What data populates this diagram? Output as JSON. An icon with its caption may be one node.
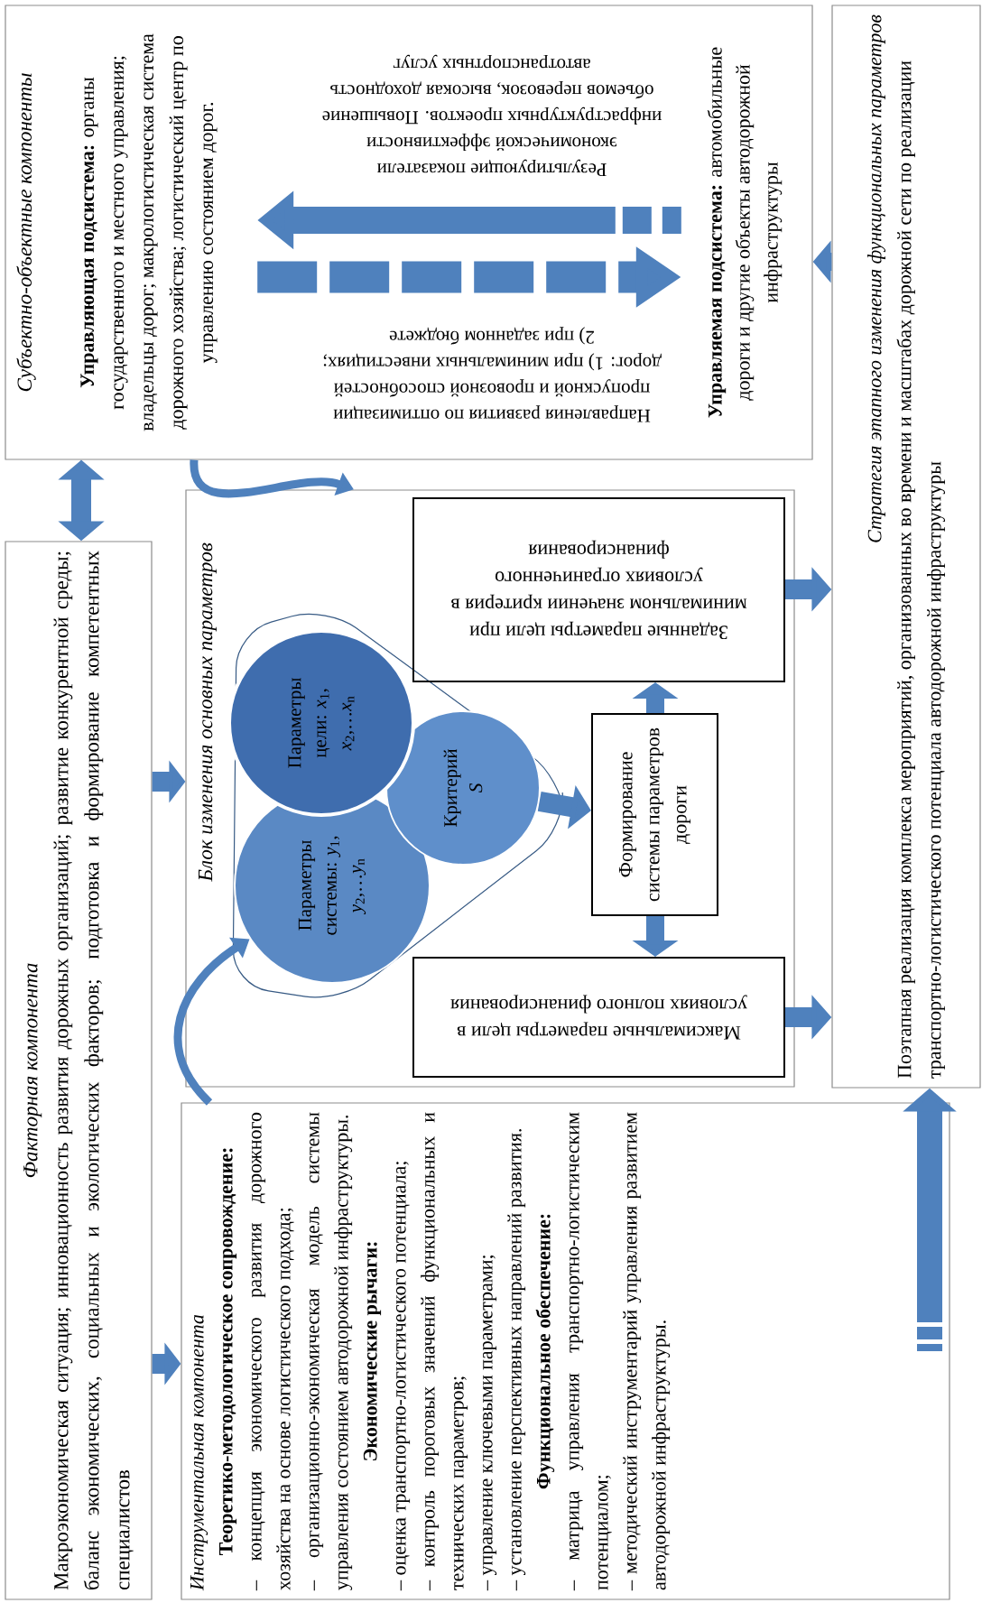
{
  "diagram": {
    "nodes": [
      {
        "text": [
          "Факторная компонента",
          "Макроэкономическая ситуация; инновационность развития дорожных организаций; развитие конкурентной среды; баланс экономических, социальных и экологических факторов; подготовка и формирование компетентных специалистов"
        ]
      },
      {
        "text": [
          "Субъектно-объектные компоненты"
        ]
      },
      {
        "text": [
          "**Управляющая подсистема:** органы государственного и местного управления; владельцы дорог; макрологистическая система дорожного хозяйства; логистический центр по управлению состоянием дорог."
        ],
        "in": 1
      },
      {
        "text": [
          "**Управляемая подсистема:** автомобильные дороги и другие объекты автодорожной инфраструктуры"
        ],
        "in": 1
      },
      {
        "text": [
          "Блок изменения основных параметров"
        ]
      },
      {
        "text": [
          "Параметры системы: *y*$_{1}$, *y*$_{2}$,…*y*$_{n}$"
        ],
        "in": 4
      },
      {
        "text": [
          "Параметры цели: *x*$_{1}$, *x*$_{2}$,…*x*$_{n}$"
        ],
        "in": 4
      },
      {
        "text": [
          "Критерий *S*"
        ],
        "in": 4
      },
      {
        "text": [
          "Формирование системы параметров дороги"
        ],
        "in": 4
      },
      {
        "text": [
          "Заданные параметры цели при минимальном значении критерия в условиях ограниченного финансирования"
        ],
        "in": 4
      },
      {
        "text": [
          "Максимальные параметры цели в условиях полного финансирования"
        ],
        "in": 4
      },
      {
        "text": [
          "Стратегия этапного изменения функциональных параметров",
          "Поэтапная реализация комплекса мероприятий, организованных во времени и масштабах дорожной сети по реализации транспортно-логистического потенциала автодорожной инфраструктуры"
        ]
      },
      {
        "text": [
          "Инструментальная компонента",
          "Теоретико-методологическое сопровождение:",
          "– концепция экономического развития дорожного хозяйства на основе логистического подхода;",
          "– организационно-экономическая модель системы управления состоянием автодорожной инфраструктуры.",
          "Экономические рычаги:",
          "– оценка транспортно-логистического потенциала;",
          "– контроль пороговых значений функциональных и технических параметров;",
          "– управление ключевыми параметрами;",
          "– установление перспективных направлений развития.",
          "Функциональное обеспечение:",
          "– матрица управления транспортно-логистическим потенциалом;",
          "– методический инструментарий управления развитием автодорожной инфраструктуры."
        ]
      }
    ],
    "edges": [
      {
        "from": 0,
        "to": 1,
        "arrow": "both"
      },
      {
        "from": 0,
        "to": 12,
        "arrow": "to"
      },
      {
        "from": 0,
        "to": 4,
        "arrow": "to"
      },
      {
        "from": 1,
        "to": 4,
        "arrow": "to"
      },
      {
        "from": 12,
        "to": 5,
        "arrow": "to"
      },
      {
        "from": 7,
        "to": 8,
        "arrow": "to"
      },
      {
        "from": 8,
        "to": 9,
        "arrow": "to"
      },
      {
        "from": 8,
        "to": 10,
        "arrow": "to"
      },
      {
        "from": 9,
        "to": 11,
        "arrow": "to"
      },
      {
        "from": 10,
        "to": 11,
        "arrow": "to"
      },
      {
        "from": 11,
        "to": 1,
        "arrow": "to"
      },
      {
        "from": 12,
        "to": 11,
        "arrow": "to",
        "style": "dashed"
      },
      {
        "from": 2,
        "to": 3,
        "arrow": "to",
        "style": "dashed",
        "label": "Направления развития по оптимизации пропускной и провозной способностей дорог: 1) при минимальных инвестициях; 2) при заданном бюджете"
      },
      {
        "from": 3,
        "to": 2,
        "arrow": "to",
        "style": "dashed",
        "label": "Результирующие показатели экономической эффективности инфраструктурных проектов. Повышение объемов перевозок, высокая доходность автотранспортных услуг"
      }
    ]
  }
}
